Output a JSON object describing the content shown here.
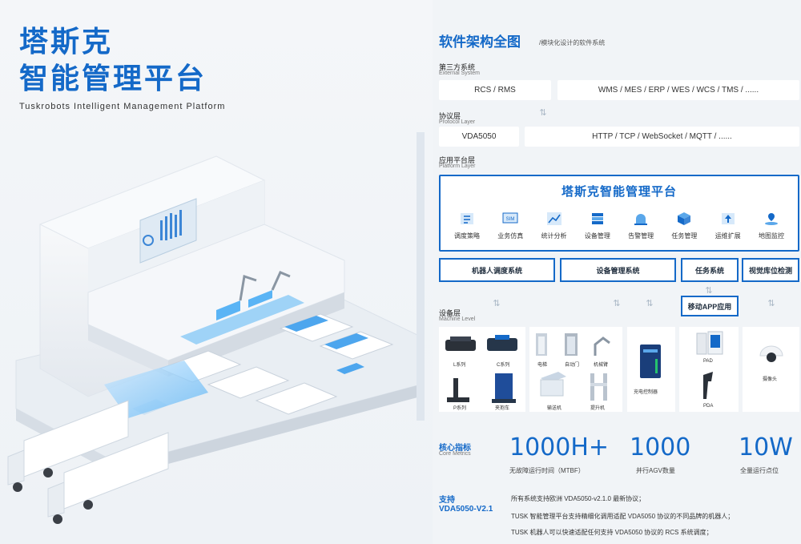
{
  "left": {
    "title_line1": "塔斯克",
    "title_line2": "智能管理平台",
    "subtitle": "Tuskrobots Intelligent Management Platform"
  },
  "arch": {
    "title": "软件架构全图",
    "title_sub": "/模块化设计的软件系统",
    "external": {
      "cn": "第三方系统",
      "en": "External System",
      "box1": "RCS / RMS",
      "box2": "WMS / MES / ERP / WES / WCS / TMS / ......"
    },
    "protocol": {
      "cn": "协议层",
      "en": "Protocol Layer",
      "box1": "VDA5050",
      "box2": "HTTP / TCP / WebSocket / MQTT / ......"
    },
    "platform_layer": {
      "cn": "应用平台层",
      "en": "Platform Layer",
      "title": "塔斯克智能管理平台"
    },
    "modules": [
      {
        "icon": "scheduling-icon",
        "label": "调度策略"
      },
      {
        "icon": "simulation-icon",
        "label": "业务仿真"
      },
      {
        "icon": "analytics-icon",
        "label": "统计分析"
      },
      {
        "icon": "device-icon",
        "label": "设备管理"
      },
      {
        "icon": "alarm-icon",
        "label": "告警管理"
      },
      {
        "icon": "task-icon",
        "label": "任务管理"
      },
      {
        "icon": "extension-icon",
        "label": "运维扩展"
      },
      {
        "icon": "map-icon",
        "label": "地图监控"
      }
    ],
    "subsystems": [
      "机器人调度系统",
      "设备管理系统",
      "任务系统",
      "视觉库位检测"
    ],
    "mobile_app": "移动APP应用",
    "machine": {
      "cn": "设备层",
      "en": "Machine Level"
    },
    "devices": {
      "robots": [
        "L系列",
        "C系列",
        "P系列",
        "夹抱车"
      ],
      "equipment": [
        "电梯",
        "自动门",
        "机械臂",
        "输送机",
        "提升机"
      ],
      "controller": "充电控制器",
      "terminals": [
        "PAD",
        "PDA"
      ],
      "camera": "摄像头"
    }
  },
  "metrics": {
    "cn": "核心指标",
    "en": "Core Metrics",
    "items": [
      {
        "value": "1000H+",
        "label": "无故障运行时间（MTBF）"
      },
      {
        "value": "1000",
        "label": "并行AGV数量"
      },
      {
        "value": "10W",
        "label": "全量运行点位"
      }
    ]
  },
  "support": {
    "line1": "支持",
    "line2": "VDA5050-V2.1",
    "notes": [
      "所有系统支持欧洲 VDA5050-v2.1.0 最新协议；",
      "TUSK 智能管理平台支持精细化调用适配 VDA5050 协议的不同品牌的机器人；",
      "TUSK 机器人可以快速适配任何支持 VDA5050 协议的 RCS 系统调度；"
    ]
  },
  "colors": {
    "brand": "#1469c8",
    "accent": "#29a3e8",
    "panel": "#ffffff",
    "background": "#f1f4f7"
  }
}
